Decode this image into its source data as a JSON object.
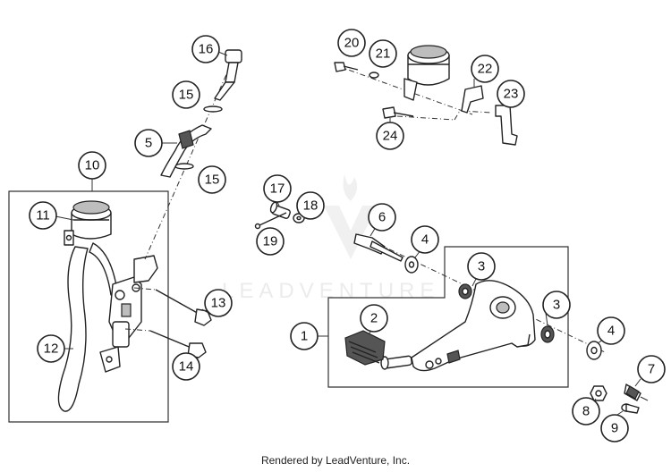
{
  "diagram": {
    "watermark": "LEADVENTURE",
    "credit": "Rendered by LeadVenture, Inc.",
    "callouts": [
      "1",
      "2",
      "3",
      "3",
      "4",
      "4",
      "5",
      "6",
      "7",
      "8",
      "9",
      "10",
      "11",
      "12",
      "13",
      "14",
      "15",
      "15",
      "16",
      "17",
      "18",
      "19",
      "20",
      "21",
      "22",
      "23",
      "24"
    ]
  }
}
